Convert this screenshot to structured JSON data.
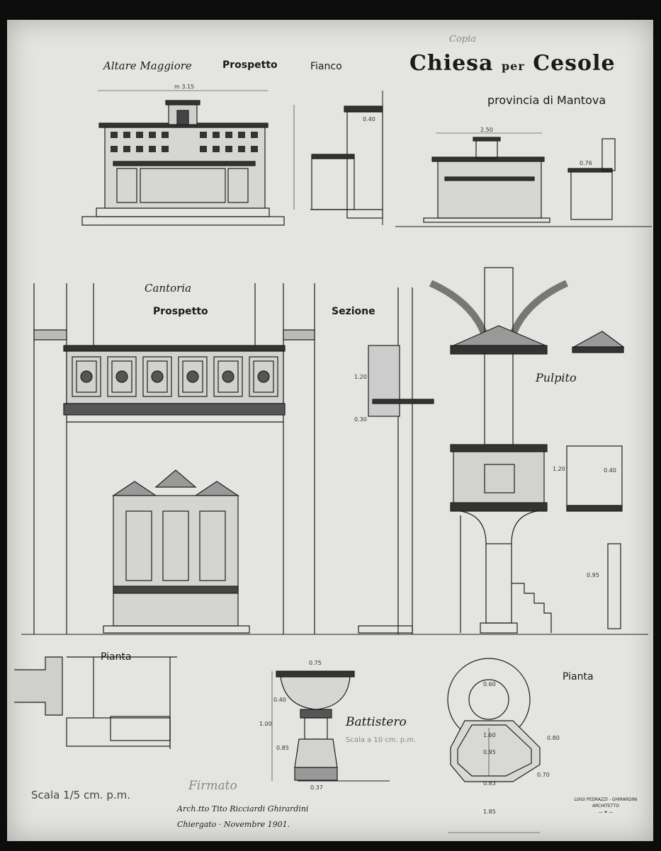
{
  "header": {
    "copy_mark": "Copia",
    "title_main": "Chiesa",
    "title_per": "per",
    "title_place": "Cesole",
    "subtitle": "provincia di Mantova"
  },
  "altar": {
    "title": "Altare Maggiore",
    "front_label": "Prospetto",
    "side_label": "Fianco",
    "width_dim": "m 3.15",
    "width_dim_2": "2.50",
    "side_dim": "0.40",
    "side_dim_2": "0.76"
  },
  "choir_loft": {
    "title": "Cantoria",
    "front_label": "Prospetto",
    "section_label": "Sezione",
    "height_dim": "1.20",
    "height_dim_2": "0.30"
  },
  "pulpit": {
    "title": "Pulpito",
    "dim_1": "0.40",
    "dim_2": "1.20",
    "dim_3": "0.95"
  },
  "plan_left": {
    "title": "Pianta"
  },
  "baptistery": {
    "title": "Battistero",
    "scale": "Scala a 10 cm. p.m.",
    "top_dim": "0.75",
    "bottom_dim": "0.37",
    "height_dim": "1.00",
    "height_dim_2": "0.85",
    "bowl_dim": "0.40"
  },
  "plan_right": {
    "title": "Pianta",
    "dim_inner": "0.60",
    "dim_mid": "1.60",
    "dim_lower": "0.95",
    "dim_base": "0.83",
    "dim_total": "1.85",
    "dim_side": "0.70",
    "dim_right": "0.80"
  },
  "footer": {
    "scale": "Scala 1/5 cm. p.m.",
    "signed": "Firmato",
    "signature_line_1": "Arch.tto Tito Ricciardi Ghirardini",
    "signature_line_2": "Chiergato · Novembre 1901.",
    "stamp_name": "LUIGI PEDRAZZI - GHIRARDINI",
    "stamp_role": "ARCHITETTO"
  }
}
